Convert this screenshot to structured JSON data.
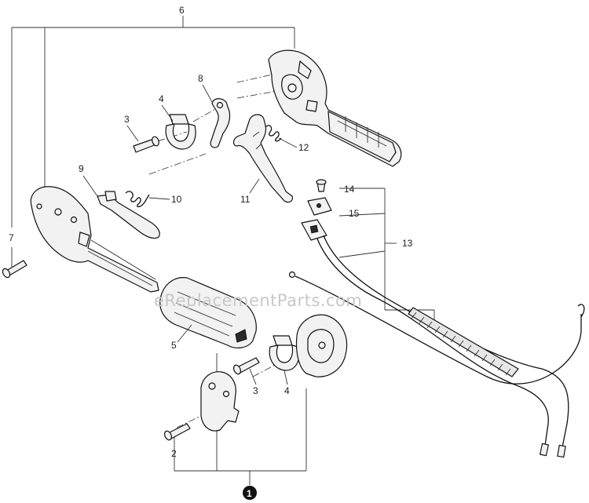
{
  "callouts": {
    "c1": "1",
    "c2": "2",
    "c3a": "3",
    "c3b": "3",
    "c4a": "4",
    "c4b": "4",
    "c5": "5",
    "c6": "6",
    "c7": "7",
    "c8": "8",
    "c9": "9",
    "c10": "10",
    "c11": "11",
    "c12": "12",
    "c13": "13",
    "c14": "14",
    "c15": "15"
  },
  "watermark": "eReplacementParts.com"
}
